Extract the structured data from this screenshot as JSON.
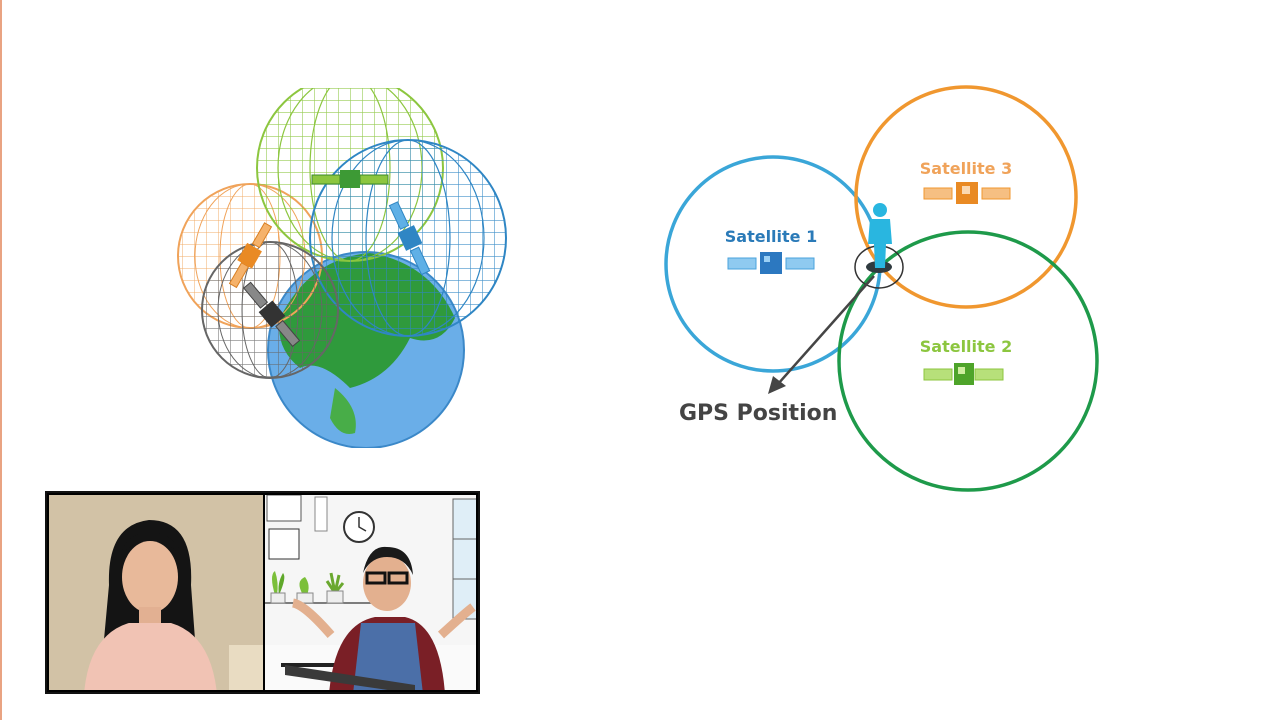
{
  "accent_colors": {
    "satellite_1": "#3aa6d8",
    "satellite_2": "#1e9a4a",
    "satellite_2_label": "#8cc63f",
    "satellite_3": "#f0972f",
    "gps_arrow": "#454545"
  },
  "diagram": {
    "satellites": [
      {
        "label": "Satellite 1"
      },
      {
        "label": "Satellite 3"
      },
      {
        "label": "Satellite 2"
      }
    ],
    "gps_label": "GPS Position"
  },
  "icons": [
    "globe-icon",
    "satellite-icon",
    "person-icon",
    "arrow-icon",
    "clock-icon",
    "plant-icon"
  ],
  "video": {
    "participants": [
      {
        "name": ""
      },
      {
        "name": ""
      }
    ]
  }
}
